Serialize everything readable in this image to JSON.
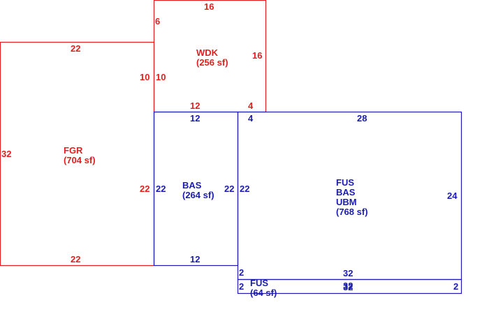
{
  "colors": {
    "red": "#e02020",
    "blue": "#1c1cb0",
    "background": "#ffffff"
  },
  "areas": {
    "wdk": {
      "code": "WDK",
      "area": "(256 sf)"
    },
    "fgr": {
      "code": "FGR",
      "area": "(704 sf)"
    },
    "bas": {
      "code": "BAS",
      "area": "(264 sf)"
    },
    "main": {
      "codes": [
        "FUS",
        "BAS",
        "UBM"
      ],
      "area": "(768 sf)"
    },
    "fus_strip": {
      "code": "FUS",
      "area": "(64 sf)"
    }
  },
  "dimensions": {
    "wdk_top": "16",
    "wdk_left_upper": "6",
    "wdk_right": "16",
    "wdk_left_lower_outer": "10",
    "wdk_left_lower_inner": "10",
    "wdk_bottom_left": "12",
    "wdk_bottom_right": "4",
    "fgr_top": "22",
    "fgr_left": "32",
    "fgr_right": "22",
    "fgr_bottom": "22",
    "bas_top": "12",
    "bas_left": "22",
    "bas_right": "22",
    "bas_bottom": "12",
    "main_top_left": "4",
    "main_top": "28",
    "main_left": "22",
    "main_right": "24",
    "main_bottom": "32",
    "strip_left_upper": "2",
    "strip_left_lower": "2",
    "strip_top_overlap": "32",
    "strip_bottom": "32",
    "strip_right": "2"
  }
}
